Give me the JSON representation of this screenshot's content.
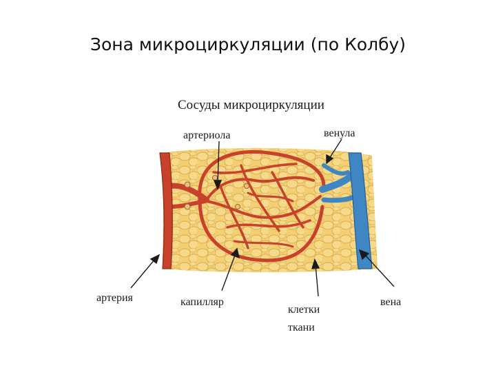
{
  "slide": {
    "title": "Зона микроциркуляции (по Колбу)"
  },
  "diagram": {
    "heading": "Сосуды микроциркуляции",
    "labels": {
      "arteriole": "артериола",
      "venule": "венула",
      "artery": "артерия",
      "capillary": "капилляр",
      "tissue_cells_line1": "клетки",
      "tissue_cells_line2": "ткани",
      "vein": "вена"
    },
    "colors": {
      "artery": "#c8412a",
      "artery_dark": "#8e2a18",
      "vein": "#3e86c4",
      "vein_dark": "#245f92",
      "tissue": "#f2cf73",
      "tissue_cell_outline": "#d9a94a",
      "valve": "#e9c27a"
    }
  }
}
